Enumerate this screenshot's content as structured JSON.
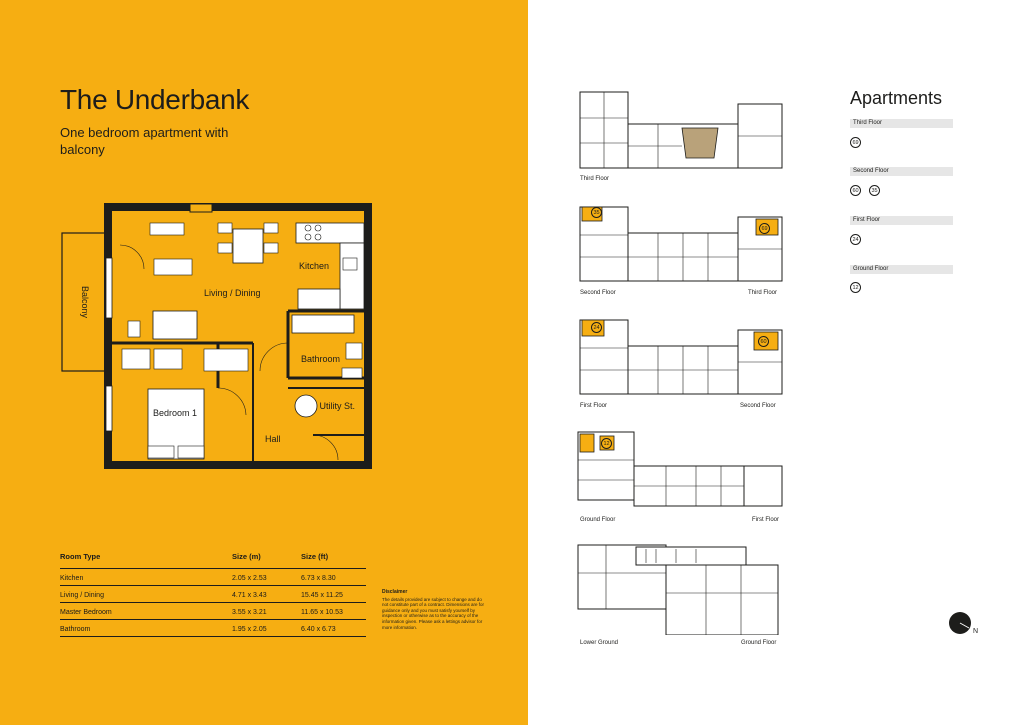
{
  "brochure": {
    "title": "The Underbank",
    "subtitle": "One bedroom apartment with balcony"
  },
  "plan": {
    "rooms": {
      "balcony": "Balcony",
      "living": "Living / Dining",
      "kitchen": "Kitchen",
      "bathroom": "Bathroom",
      "bedroom": "Bedroom 1",
      "utility": "Utility St.",
      "hall": "Hall"
    }
  },
  "table": {
    "headers": [
      "Room Type",
      "Size (m)",
      "Size (ft)"
    ],
    "rows": [
      [
        "Kitchen",
        "2.05 x 2.53",
        "6.73 x 8.30"
      ],
      [
        "Living / Dining",
        "4.71 x 3.43",
        "15.45 x 11.25"
      ],
      [
        "Master Bedroom",
        "3.55 x 3.21",
        "11.65 x 10.53"
      ],
      [
        "Bathroom",
        "1.95 x 2.05",
        "6.40 x 6.73"
      ]
    ]
  },
  "disclaimer": {
    "title": "Disclaimer",
    "text": "The details provided are subject to change and do not constitute part of a contract. Dimensions are for guidance only and you must satisfy yourself by inspection or otherwise as to the accuracy of the information given. Please ask a lettings advisor for more information."
  },
  "floorplans": {
    "p1": {
      "left": "Third Floor"
    },
    "p2": {
      "left": "Second Floor",
      "right": "Third Floor",
      "unit_a": "35",
      "unit_b": "69"
    },
    "p3": {
      "left": "First Floor",
      "right": "Second Floor",
      "unit_a": "24",
      "unit_b": "60"
    },
    "p4": {
      "left": "Ground Floor",
      "right": "First Floor",
      "unit_a": "12"
    },
    "p5": {
      "left": "Lower Ground",
      "right": "Ground Floor"
    }
  },
  "apartments": {
    "title": "Apartments",
    "floors": [
      {
        "name": "Third Floor",
        "units": [
          "69"
        ]
      },
      {
        "name": "Second Floor",
        "units": [
          "60",
          "35"
        ]
      },
      {
        "name": "First Floor",
        "units": [
          "24"
        ]
      },
      {
        "name": "Ground Floor",
        "units": [
          "12"
        ]
      }
    ]
  },
  "compass": {
    "label": "N"
  },
  "colors": {
    "accent": "#f6ae12",
    "ink": "#1d1d1b",
    "bar": "#e6e6e6"
  }
}
